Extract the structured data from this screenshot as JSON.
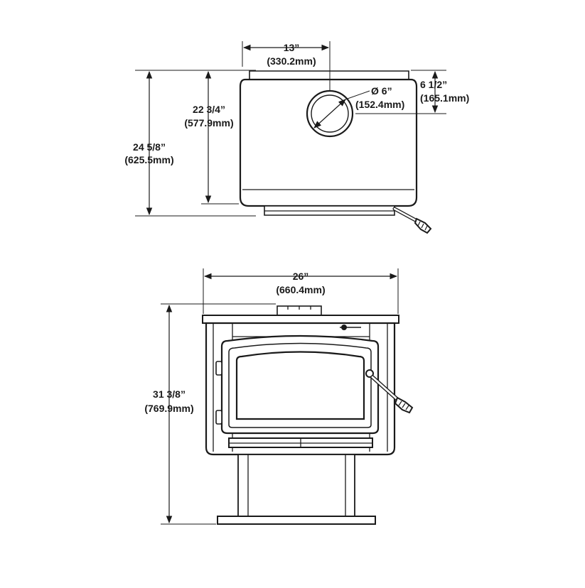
{
  "top_view": {
    "flue_offset_in": "13”",
    "flue_offset_mm": "(330.2mm)",
    "collar_depth_in": "22 3/4”",
    "collar_depth_mm": "(577.9mm)",
    "overall_depth_in": "24 5/8”",
    "overall_depth_mm": "(625.5mm)",
    "flue_diameter_in": "Ø 6”",
    "flue_diameter_mm": "(152.4mm)",
    "flue_to_back_in": "6 1/2”",
    "flue_to_back_mm": "(165.1mm)"
  },
  "front_view": {
    "width_in": "26”",
    "width_mm": "(660.4mm)",
    "height_in": "31 3/8”",
    "height_mm": "(769.9mm)"
  }
}
